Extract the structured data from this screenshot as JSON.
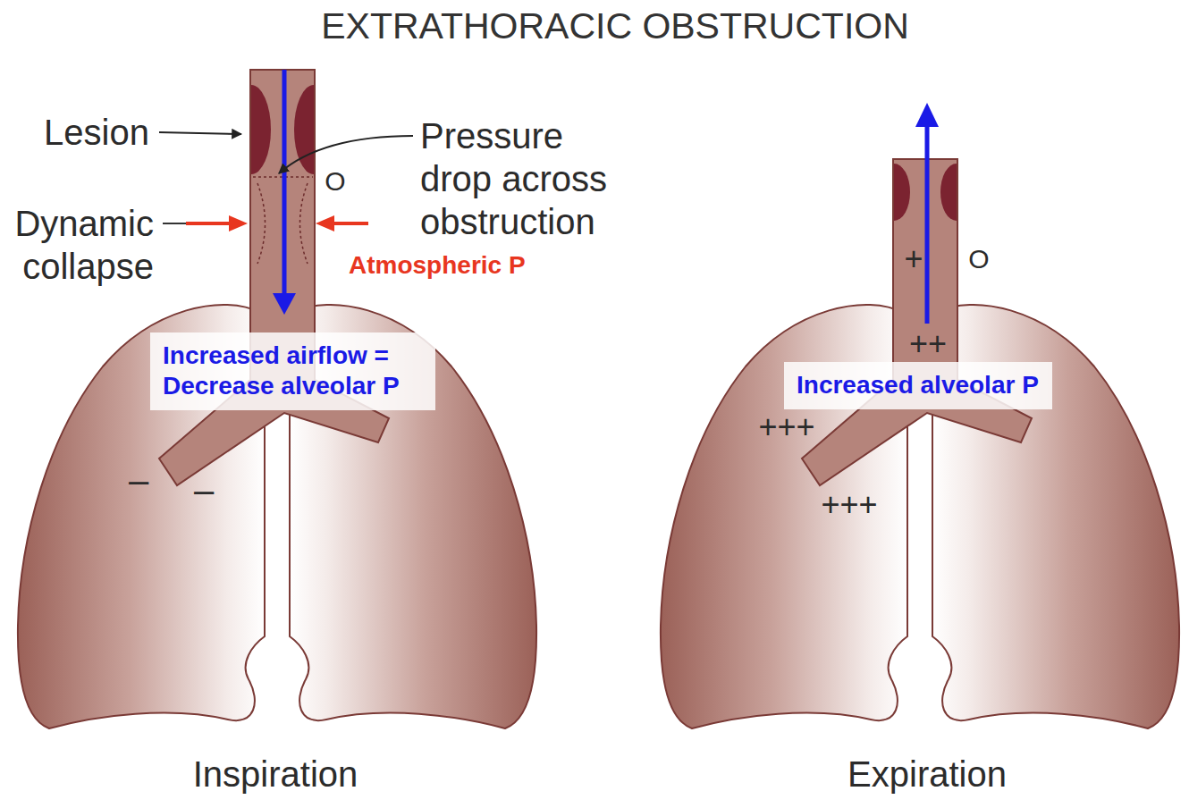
{
  "diagram": {
    "title": "EXTRATHORACIC OBSTRUCTION",
    "nodes": [
      {
        "text": [
          "Increased airflow = Decrease alveolar P"
        ]
      },
      {
        "text": [
          "Increased alveolar P"
        ]
      }
    ],
    "labels": [
      "Lesion",
      "Pressure drop across obstruction",
      "O",
      "Dynamic collapse",
      "Atmospheric P",
      "–",
      "–",
      "Inspiration",
      "+",
      "O",
      "++",
      "+++",
      "+++",
      "Expiration"
    ]
  }
}
